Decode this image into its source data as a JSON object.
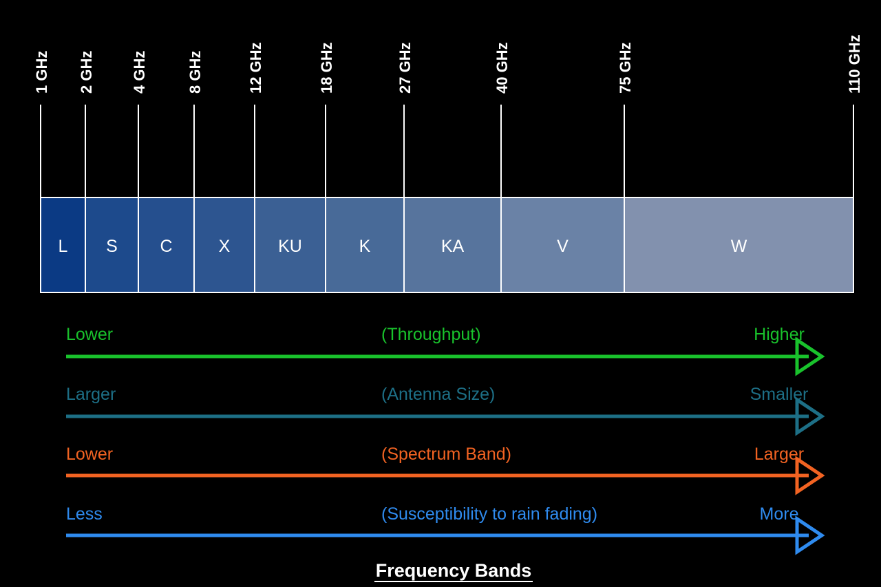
{
  "ticks": [
    "1 GHz",
    "2 GHz",
    "4 GHz",
    "8 GHz",
    "12 GHz",
    "18 GHz",
    "27 GHz",
    "40 GHz",
    "75 GHz",
    "110 GHz"
  ],
  "bands": [
    {
      "label": "L",
      "color": "#0b3a84"
    },
    {
      "label": "S",
      "color": "#1d4a8c"
    },
    {
      "label": "C",
      "color": "#254f8e"
    },
    {
      "label": "X",
      "color": "#2d5590"
    },
    {
      "label": "KU",
      "color": "#3b6094"
    },
    {
      "label": "K",
      "color": "#486a98"
    },
    {
      "label": "KA",
      "color": "#57749d"
    },
    {
      "label": "V",
      "color": "#6a82a6"
    },
    {
      "label": "W",
      "color": "#8291ae"
    }
  ],
  "scales": [
    {
      "left": "Lower",
      "center": "(Throughput)",
      "right": "Higher",
      "color": "#19c22c"
    },
    {
      "left": "Larger",
      "center": "(Antenna Size)",
      "right": "Smaller",
      "color": "#1d6f86"
    },
    {
      "left": "Lower",
      "center": "(Spectrum Band)",
      "right": "Larger",
      "color": "#f26322"
    },
    {
      "left": "Less",
      "center": "(Susceptibility to rain fading)",
      "right": "More",
      "color": "#2f8bef"
    }
  ],
  "title": "Frequency Bands"
}
